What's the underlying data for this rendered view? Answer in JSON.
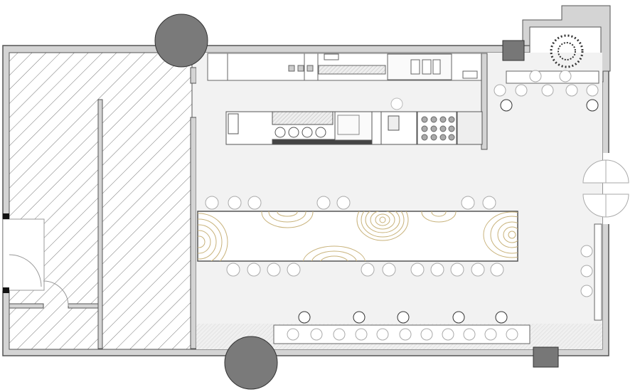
{
  "plan": {
    "type": "restaurant floor plan",
    "colors": {
      "wall": "#d4d4d4",
      "outline": "#555555",
      "floor": "#f2f2f2",
      "column": "#7a7a7a",
      "table_top": "#ffffff",
      "contour": "#c8b27a",
      "stool": "#bbbbbb"
    },
    "stool_counts": {
      "table_top_row": 7,
      "table_bottom_row": 11,
      "bench_front_row": 5,
      "bench_row": 11,
      "right_wall": 3
    }
  }
}
